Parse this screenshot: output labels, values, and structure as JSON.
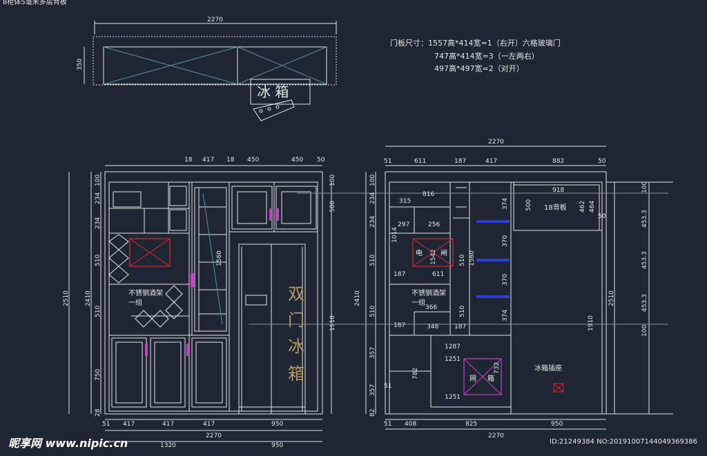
{
  "header": {
    "title": "8柜体5毫米多层背板"
  },
  "plan": {
    "width_label": "2270",
    "depth_label": "350",
    "fridge_label": "冰 箱"
  },
  "notes": {
    "line1": "门板尺寸：1557高*414宽=1（右开）六格玻璃门",
    "line2": "747高*414宽=3（一左两右）",
    "line3": "497高*497宽=2（对开）"
  },
  "left_elevation": {
    "top_dims": [
      "18",
      "417",
      "18",
      "450",
      "450",
      "50"
    ],
    "bottom_dims": [
      "51",
      "417",
      "417",
      "417",
      "950"
    ],
    "total_width": "2270",
    "bottom_subdims": [
      "1320",
      "950"
    ],
    "left_dims": [
      "100",
      "234",
      "234",
      "510",
      "510",
      "750",
      "28"
    ],
    "left_totals": [
      "2510",
      "2410"
    ],
    "right_dims": [
      "100",
      "500"
    ],
    "right_total": "1910",
    "glass_door_height": "1560",
    "wine_rack_label_1": "不锈钢酒架",
    "wine_rack_label_2": "一组",
    "fridge_text": [
      "双",
      "门",
      "冰",
      "箱"
    ]
  },
  "right_elevation": {
    "total_width": "2270",
    "top_dims": [
      "51",
      "611",
      "187",
      "417",
      "882",
      "50"
    ],
    "bottom_dims": [
      "51",
      "408",
      "825",
      "950"
    ],
    "total_width_bottom": "2270",
    "left_dims": [
      "100",
      "234",
      "234",
      "510",
      "510",
      "357",
      "357",
      "82"
    ],
    "left_total": "2410",
    "inner_dims": [
      "816",
      "315",
      "297",
      "256",
      "1014",
      "1542",
      "187",
      "611",
      "366",
      "348",
      "187",
      "187",
      "510",
      "510",
      "1560",
      "1287",
      "1251",
      "732",
      "782",
      "51",
      "1251",
      "374",
      "370",
      "370",
      "374",
      "500",
      "462",
      "464",
      "50",
      "918",
      "1910",
      "2510"
    ],
    "right_dims": [
      "100",
      "453.3",
      "453.3",
      "453.3",
      "100"
    ],
    "panel_label": "18背板",
    "breaker_label": [
      "电",
      "闸"
    ],
    "network_label": [
      "网",
      "箱"
    ],
    "socket_label": "冰箱插座",
    "wine_rack_label_1": "不锈钢酒架",
    "wine_rack_label_2": "一组"
  },
  "footer": {
    "watermark": "昵享网 www.nipic.cn",
    "id_text": "ID:21249384 NO:20191007144049369386"
  },
  "colors": {
    "background": "#1f2633",
    "line": "#e6e6e6",
    "red": "#d9262c",
    "magenta": "#c640c6",
    "blue": "#2a3fd6",
    "gold": "#b59a66"
  }
}
